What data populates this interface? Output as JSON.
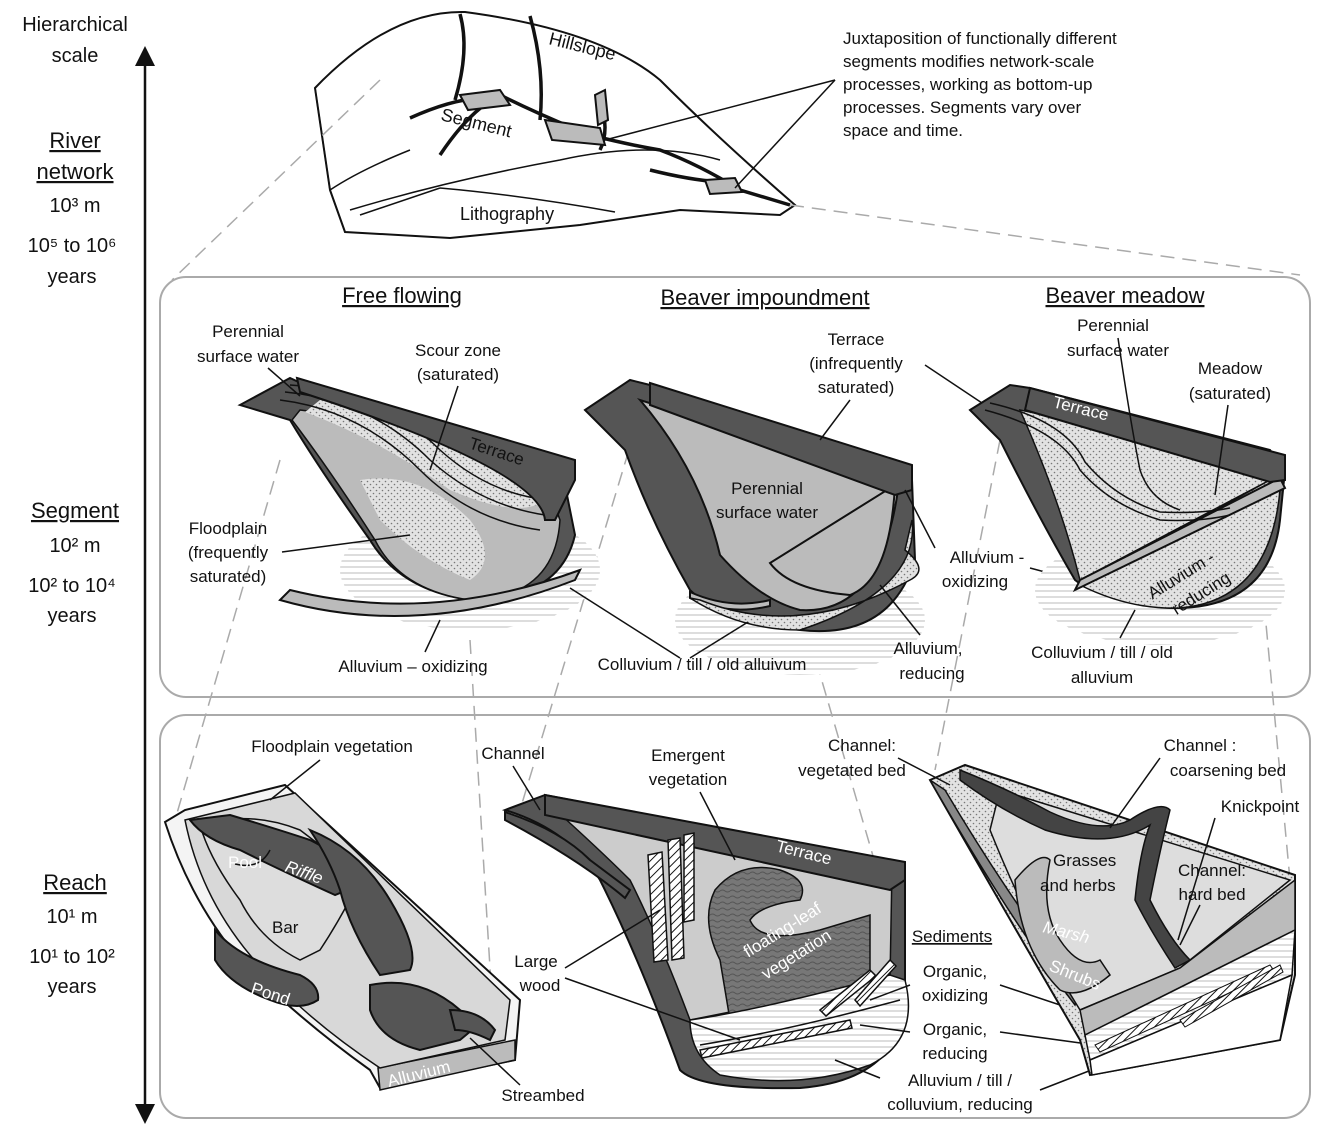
{
  "scale_axis": {
    "title_line1": "Hierarchical",
    "title_line2": "scale",
    "levels": [
      {
        "name_line1": "River",
        "name_line2": "network",
        "size": "10³ m",
        "time_line1": "10⁵ to 10⁶",
        "time_line2": "years"
      },
      {
        "name_line1": "Segment",
        "name_line2": "",
        "size": "10² m",
        "time_line1": "10² to 10⁴",
        "time_line2": "years"
      },
      {
        "name_line1": "Reach",
        "name_line2": "",
        "size": "10¹ m",
        "time_line1": "10¹ to 10²",
        "time_line2": "years"
      }
    ]
  },
  "network": {
    "labels": {
      "hillslope": "Hillslope",
      "segment": "Segment",
      "lithography": "Lithography"
    },
    "note": [
      "Juxtaposition of functionally different",
      "segments modifies network-scale",
      "processes, working as bottom-up",
      "processes.  Segments vary over",
      "space and time."
    ]
  },
  "segment_panel": {
    "headings": [
      "Free flowing",
      "Beaver impoundment",
      "Beaver meadow"
    ],
    "labels": {
      "perennial_1a": "Perennial",
      "perennial_1b": "surface water",
      "scour_a": "Scour zone",
      "scour_b": "(saturated)",
      "terrace": "Terrace",
      "floodplain_a": "Floodplain",
      "floodplain_b": "(frequently",
      "floodplain_c": "saturated)",
      "alluvium_ox": "Alluvium – oxidizing",
      "colluvium": "Colluvium / till / old  alluivum",
      "terrace_inf_a": "Terrace",
      "terrace_inf_b": "(infrequently",
      "terrace_inf_c": "saturated)",
      "perennial_2a": "Perennial",
      "perennial_2b": "surface water",
      "alluvium_ox2_a": "Alluvium -",
      "alluvium_ox2_b": "oxidizing",
      "alluvium_red_a": "Alluvium,",
      "alluvium_red_b": "reducing",
      "perennial_3a": "Perennial",
      "perennial_3b": "surface water",
      "meadow_a": "Meadow",
      "meadow_b": "(saturated)",
      "alluvium_red2_a": "Alluvium -",
      "alluvium_red2_b": "reducing",
      "colluvium2_a": "Colluvium / till / old",
      "colluvium2_b": "alluvium"
    }
  },
  "reach_panel": {
    "labels": {
      "floodplain_veg": "Floodplain  vegetation",
      "pool": "Pool",
      "riffle": "Riffle",
      "bar": "Bar",
      "pond": "Pond",
      "alluvium": "Alluvium",
      "streambed": "Streambed",
      "channel": "Channel",
      "emergent_a": "Emergent",
      "emergent_b": "vegetation",
      "terrace": "Terrace",
      "floating_a": "floating-leaf",
      "floating_b": "vegetation",
      "large_wood_a": "Large",
      "large_wood_b": "wood",
      "sediments": "Sediments",
      "org_ox_a": "Organic,",
      "org_ox_b": "oxidizing",
      "org_red_a": "Organic,",
      "org_red_b": "reducing",
      "alluvium_till_a": "Alluvium / till /",
      "alluvium_till_b": "colluvium, reducing",
      "channel_veg_a": "Channel:",
      "channel_veg_b": "vegetated bed",
      "channel_coarse_a": "Channel :",
      "channel_coarse_b": "coarsening bed",
      "knickpoint": "Knickpoint",
      "grasses_a": "Grasses",
      "grasses_b": "and herbs",
      "channel_hard_a": "Channel:",
      "channel_hard_b": "hard bed",
      "marsh": "Marsh",
      "shrubs": "Shrubs"
    }
  }
}
